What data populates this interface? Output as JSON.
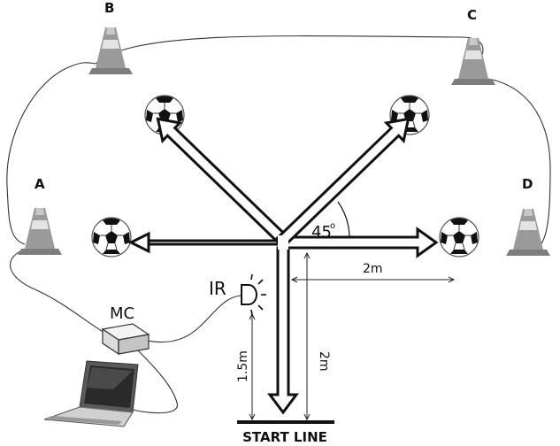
{
  "cones": [
    {
      "label": "A"
    },
    {
      "label": "B"
    },
    {
      "label": "C"
    },
    {
      "label": "D"
    }
  ],
  "angle_label": "45",
  "angle_degree_mark": "o",
  "dim_horizontal": "2m",
  "dim_vertical": "2m",
  "dim_ir_height": "1.5m",
  "ir_label": "IR",
  "mc_label": "MC",
  "start_line_label": "START LINE",
  "icons": [
    "traffic-cone-icon",
    "soccer-ball-icon",
    "ir-sensor-icon",
    "microcontroller-box-icon",
    "laptop-icon"
  ]
}
